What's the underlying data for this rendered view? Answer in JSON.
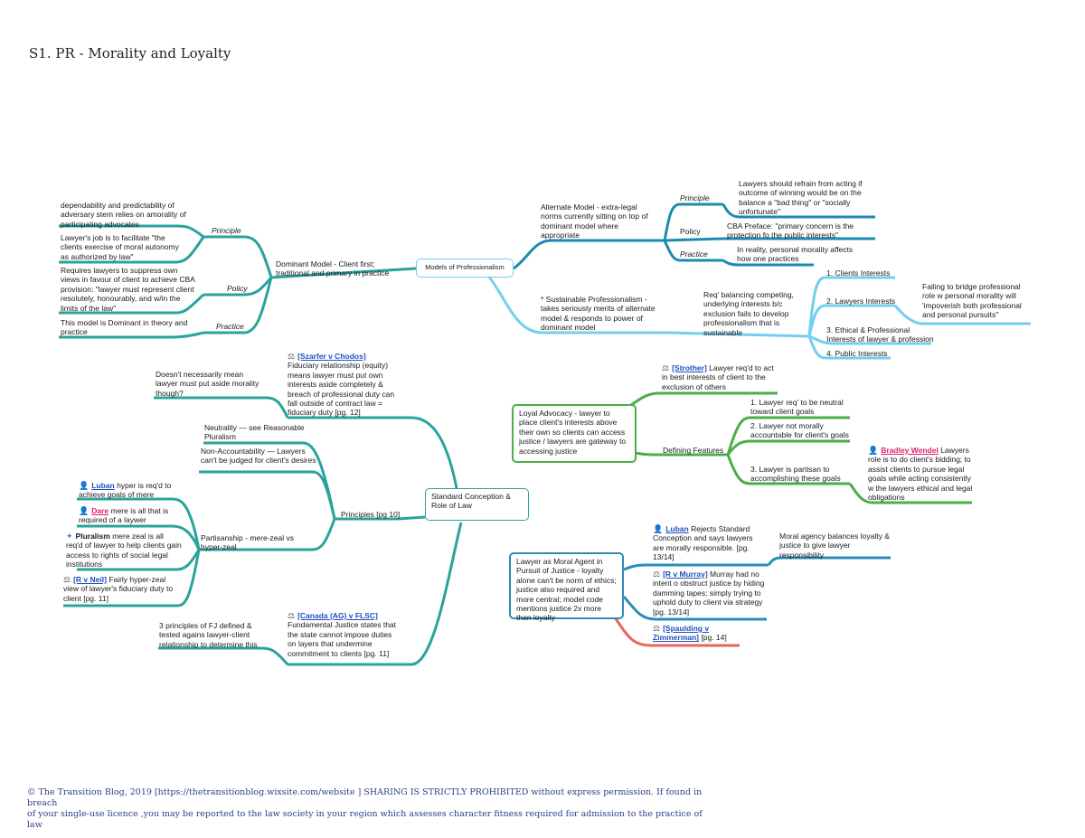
{
  "title": "S1. PR - Morality and Loyalty",
  "colors": {
    "teal": "#2aa39c",
    "blue": "#1a8cb0",
    "lightblue": "#72cfef",
    "green": "#4aae49",
    "navy": "#2b8db8",
    "red": "#e8665c"
  },
  "nodes": {
    "models": "Models of Professionalism",
    "dominant": "Dominant Model - Client first; traditional and primary in practice",
    "dom_principle": "Principle",
    "dom_policy": "Policy",
    "dom_practice": "Practice",
    "dom_p1": "dependability and predictability of adversary stem relies on amorality of participating advocates",
    "dom_p2": "Lawyer's job is to facilitate \"the clients exercise of moral autonomy as authorized by law\"",
    "dom_pol": "Requires lawyers to suppress own views in favour of client to achieve CBA provision: \"lawyer must represent client resolutely, honourably, and w/in the limits of the law\"",
    "dom_prac": "This model is Dominant in theory and practice",
    "alternate": "Alternate Model - extra-legal norms currently sitting on top of dominant model where appropriate",
    "alt_principle": "Principle",
    "alt_policy": "Policy",
    "alt_practice": "Practice",
    "alt_p": "Lawyers should refrain from acting if outcome of winning would be on the balance a \"bad thing\" or \"socially unfortunate\"",
    "alt_pol": "CBA Preface: \"primary concern is the protection fo the public interests\"",
    "alt_prac": "In reality, personal morality affects how one practices",
    "sustainable": "* Sustainable Professionalism - takes seriously merits of alternate model & responds to power of dominant model",
    "sus_req": "Req' balancing competing, underlying interests b/c exclusion fails to develop professionalism that is sustainable",
    "sus_1": "1. Clients Interests",
    "sus_2": "2. Lawyers Interests",
    "sus_2_detail": "Failing to bridge professional role w personal morality will 'impoverish both professional and personal pursuits\"",
    "sus_3": "3. Ethical & Professional Interests of lawyer & profession",
    "sus_4": "4. Public Interests",
    "standard": "Standard Conception & Role of Law",
    "szarfer_ref": "[Szarfer v Chodos]",
    "szarfer_text": "Fiduciary relationship (equity) means lawyer must put own interests aside completely & breach of professional duty can fall outside of contract law = fiduciary duty [pg. 12]",
    "szarfer_note": "Doesn't necessarily mean lawyer must put aside morality though?",
    "principles": "Principles [pg 10]",
    "neutrality": "Neutrality — see Reasonable Pluralism",
    "nonacc": "Non-Accountability — Lawyers can't be judged for client's desires",
    "partisanship": "Partisanship - mere-zeal vs hyper-zeal",
    "luban_ref": "Luban",
    "luban_text": " hyper is req'd to achieve goals of mere",
    "dare_ref": "Dare",
    "dare_text": " mere is all that is required of a laywer",
    "pluralism_label": "Pluralism",
    "pluralism_text": " mere zeal is all req'd of lawyer to help clients gain access to rights of social legal institutions",
    "rvneil_ref": "[R v Neil]",
    "rvneil_text": " Fairly hyper-zeal view of lawyer's fiduciary duty to client [pg. 11]",
    "canada_ref": "[Canada (AG) v FLSC]",
    "canada_text": "Fundamental Justice states that the state cannot impose duties on layers that undermine commitment to clients [pg. 11]",
    "canada_note": "3 principles of FJ defined & tested agains lawyer-client relationship to determine this",
    "loyal": "Loyal Advocacy - lawyer to place client's interests above their own so clients can access justice / lawyers are gateway to accessing justice",
    "strother_ref": "[Strother]",
    "strother_text": " Lawyer req'd to act in best interests of client to the exclusion of others",
    "defining": "Defining Features",
    "def_1": "1. Lawyer req' to be neutral toward client goals",
    "def_2": "2. Lawyer not morally accountable for client's goals",
    "def_3": "3. Lawyer is partisan to accomplishing these goals",
    "wendel_ref": "Bradley Wendel",
    "wendel_text": " Lawyers role is to do client's bidding; to assist clients to pursue legal goals while acting consistently w the lawyers ethical and legal obligations",
    "moral_agent": "Lawyer as Moral Agent in Pursuit of Justice - loyalty alone can't be norm of ethics; justice also required and more central; model code mentions justice 2x more than loyalty",
    "luban2_ref": "Luban",
    "luban2_text": " Rejects Standard Conception and says lawyers are morally responsible. [pg. 13/14]",
    "luban2_note": "Moral agency balances loyalty & justice to give lawyer responsibility",
    "murray_ref": "[R v Murray]",
    "murray_text": " Murray had no intent o obstruct justice by hiding damming tapes; simply trying to uphold duty to client via strategy [pg. 13/14]",
    "spaulding_ref": "[Spaulding v Zimmerman]",
    "spaulding_text": " [pg. 14]"
  },
  "footer": {
    "line1": "© The Transition Blog, 2019 [https://thetransitionblog.wixsite.com/website ]  SHARING IS STRICTLY PROHIBITED without express permission. If found in breach",
    "line2": "of your single-use licence ,you may be reported to the law society in your region which assesses character fitness required for admission to the practice of law"
  }
}
